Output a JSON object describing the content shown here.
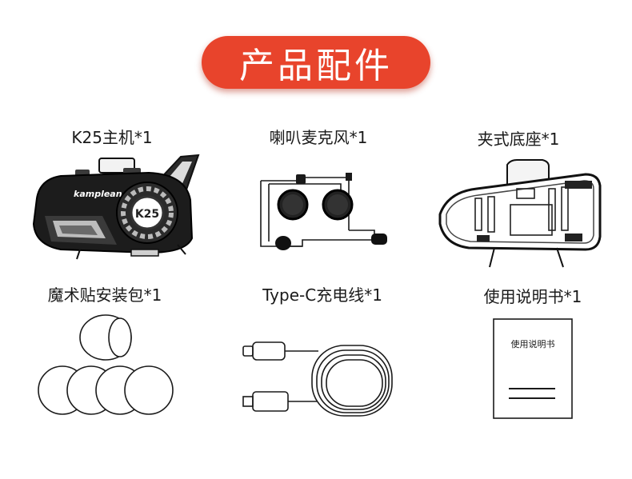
{
  "banner": {
    "title": "产品配件"
  },
  "items": [
    {
      "label": "K25主机*1",
      "device_brand": "kamplean",
      "device_model": "K25"
    },
    {
      "label": "喇叭麦克风*1"
    },
    {
      "label": "夹式底座*1"
    },
    {
      "label": "魔术贴安装包*1"
    },
    {
      "label": "Type-C充电线*1"
    },
    {
      "label": "使用说明书*1",
      "manual_title": "使用说明书"
    }
  ],
  "colors": {
    "banner": "#e8442c",
    "banner_text": "#ffffff",
    "line_art": "#1a1a1a"
  }
}
